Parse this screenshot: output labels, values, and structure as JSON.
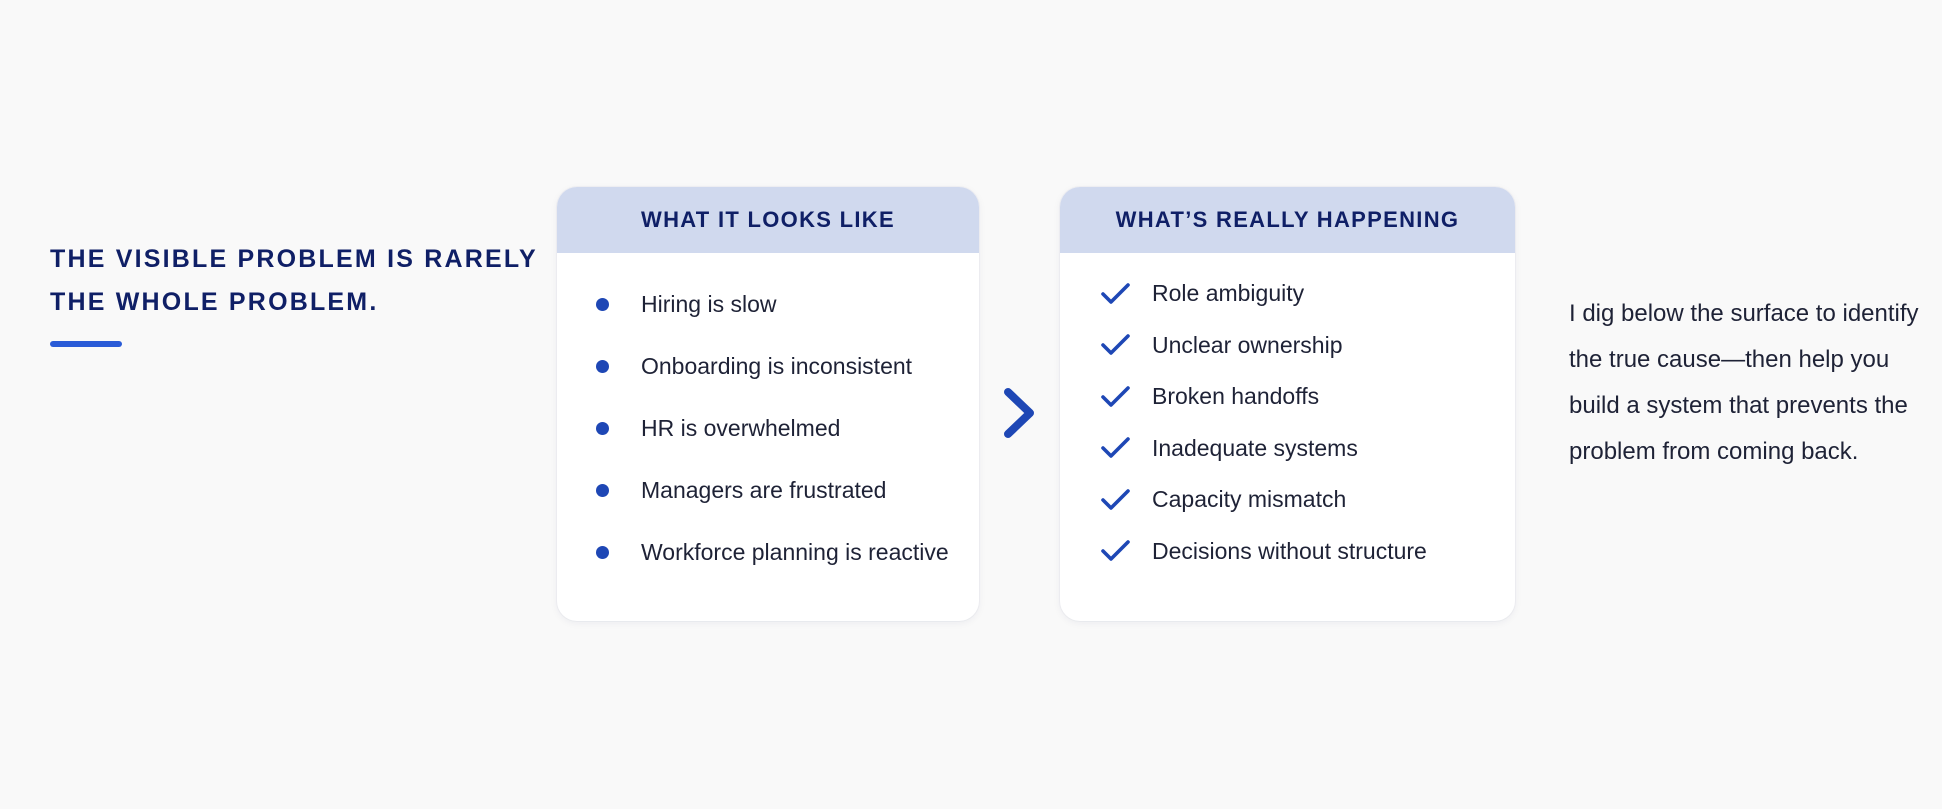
{
  "headline": {
    "line1": "THE VISIBLE PROBLEM IS RARELY",
    "line2": "THE WHOLE PROBLEM."
  },
  "left_card": {
    "title": "WHAT IT LOOKS LIKE",
    "items": [
      "Hiring is slow",
      "Onboarding is inconsistent",
      "HR is overwhelmed",
      "Managers are frustrated",
      "Workforce planning is reactive"
    ]
  },
  "right_card": {
    "title": "WHAT’S REALLY HAPPENING",
    "items": [
      "Role ambiguity",
      "Unclear ownership",
      "Broken handoffs",
      "Inadequate systems",
      "Capacity mismatch",
      "Decisions without structure"
    ]
  },
  "explanation": {
    "text": "I dig below the surface to identify the true cause—then help you build a system that prevents the problem from coming back."
  },
  "icons": {
    "bullet": "bullet-dot-icon",
    "check": "check-icon",
    "arrow": "chevron-right-icon"
  },
  "colors": {
    "navy": "#0f1f66",
    "accent_blue": "#2a5bd7",
    "icon_blue": "#1e47b5",
    "header_fill": "#d0d9ee",
    "background": "#f9f9f9",
    "body_text": "#1e2236"
  }
}
